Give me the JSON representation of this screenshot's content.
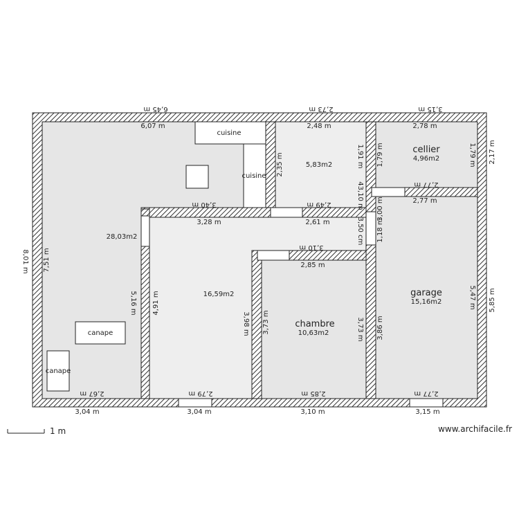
{
  "dimensions": {
    "top_left": "6,45 m",
    "top_mid": "2,73 m",
    "top_right": "3,15 m",
    "left_outer": "8,01 m",
    "right_outer_top": "2,17 m",
    "right_outer_bottom": "5,85 m",
    "bottom_1": "3,04 m",
    "bottom_2": "3,04 m",
    "bottom_3": "3,10 m",
    "bottom_4": "3,15 m",
    "living_top": "6,07 m",
    "living_left": "7,51 m",
    "living_bottom": "2,67 m",
    "living_notch_vertical": "5,16 m",
    "living_notch_top": "3,40 m",
    "room_mid_top": "2,48 m",
    "room_mid_left": "2,35 m",
    "room_mid_right": "1,91 m",
    "room_mid_bottom": "2,49 m",
    "room_mid_right_extra": "43,10 m",
    "cellier_top": "2,78 m",
    "cellier_left": "1,79 m",
    "cellier_right": "1,79 m",
    "cellier_bottom": "2,77 m",
    "hall_top": "3,28 m",
    "hall_top_right": "2,61 m",
    "hall_right": "3,50 cm",
    "hall_left": "4,91 m",
    "hall_bottom": "2,79 m",
    "hall_inner_top": "3,10 m",
    "hall_inner_right": "3,98 m",
    "chambre_top": "2,85 m",
    "chambre_left": "3,73 m",
    "chambre_right": "3,73 m",
    "chambre_bottom": "2,85 m",
    "garage_top": "2,77 m",
    "garage_left_a": "1,18 m",
    "garage_left_b": "3,00 m",
    "garage_left_c": "3,86 m",
    "garage_right": "5,47 m",
    "garage_bottom": "2,77 m"
  },
  "rooms": {
    "living_area": "28,03m2",
    "hall_area": "16,59m2",
    "mid_area": "5,83m2",
    "cellier_name": "cellier",
    "cellier_area": "4,96m2",
    "chambre_name": "chambre",
    "chambre_area": "10,63m2",
    "garage_name": "garage",
    "garage_area": "15,16m2"
  },
  "furniture": {
    "cuisine_1": "cuisine",
    "cuisine_2": "cuisine",
    "canape_1": "canape",
    "canape_2": "canape"
  },
  "scale_label": "1 m",
  "brand": "www.archifacile.fr",
  "colors": {
    "floor": "#e6e6e6",
    "floor_light": "#eeeeee",
    "line": "#222222"
  }
}
